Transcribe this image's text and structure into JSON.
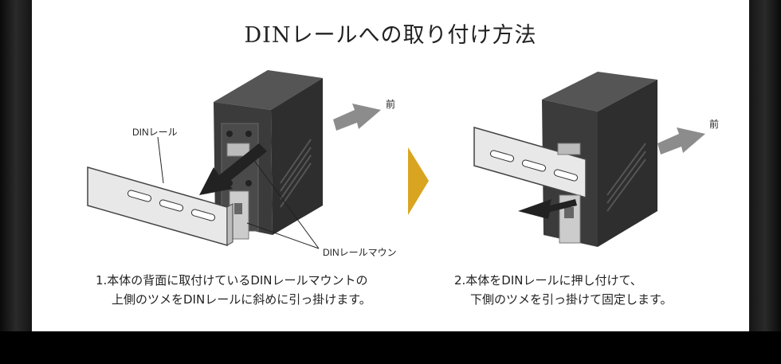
{
  "title": "DINレールへの取り付け方法",
  "step1": {
    "rail_label": "DINレール",
    "front_label": "前",
    "mount_label": "DINレールマウント",
    "caption_line1": "1.本体の背面に取付けているDINレールマウントの",
    "caption_line2": "上側のツメをDINレールに斜めに引っ掛けます。"
  },
  "step2": {
    "front_label": "前",
    "caption_line1": "2.本体をDINレールに押し付けて、",
    "caption_line2": "下側のツメを引っ掛けて固定します。"
  },
  "colors": {
    "device": "#3a3a3a",
    "arrow_step": "#d9a520",
    "arrow_gray": "#8c8c8c"
  }
}
